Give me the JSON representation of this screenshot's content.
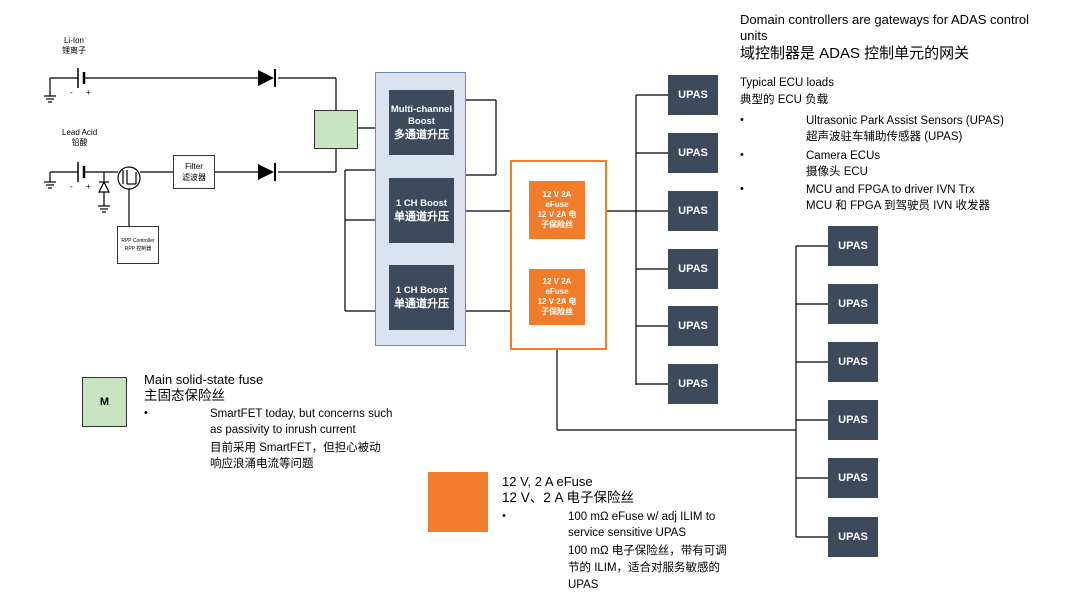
{
  "battery_liion": {
    "label_en": "Li-Ion",
    "label_cn": "锂离子"
  },
  "battery_lead": {
    "label_en": "Lead Acid",
    "label_cn": "铅酸"
  },
  "filter": {
    "label_en": "Filter",
    "label_cn": "滤波器"
  },
  "rpp_controller": {
    "label_en": "RPP Controller",
    "label_cn": "RPP 控制器"
  },
  "boost_multi": {
    "en_1": "Multi-channel",
    "en_2": "Boost",
    "cn": "多通道升压"
  },
  "boost_ch1": {
    "en": "1 CH Boost",
    "cn": "单通道升压"
  },
  "boost_ch2": {
    "en": "1 CH Boost",
    "cn": "单通道升压"
  },
  "efuse_1": {
    "line1": "12 V 2A",
    "line2": "eFuse",
    "line3": "12 V 2A 电",
    "line4": "子保险丝"
  },
  "efuse_2": {
    "line1": "12 V 2A",
    "line2": "eFuse",
    "line3": "12 V 2A 电",
    "line4": "子保险丝"
  },
  "upas_label": "UPAS",
  "upas_left": [
    "UPAS",
    "UPAS",
    "UPAS",
    "UPAS",
    "UPAS",
    "UPAS"
  ],
  "upas_right": [
    "UPAS",
    "UPAS",
    "UPAS",
    "UPAS",
    "UPAS",
    "UPAS"
  ],
  "header": {
    "title_en_1": "Domain controllers are gateways for ADAS control",
    "title_en_2": "units",
    "title_cn": "域控制器是 ADAS 控制单元的网关",
    "loads_en": "Typical ECU loads",
    "loads_cn": "典型的 ECU 负载",
    "bullets": [
      {
        "en": "Ultrasonic Park Assist Sensors (UPAS)",
        "cn": "超声波驻车辅助传感器 (UPAS)"
      },
      {
        "en": "Camera ECUs",
        "cn": "摄像头 ECU"
      },
      {
        "en": "MCU and FPGA to driver IVN Trx",
        "cn": "MCU 和 FPGA 到驾驶员 IVN 收发器"
      }
    ]
  },
  "legend_m": {
    "symbol": "M",
    "title_en": "Main solid-state fuse",
    "title_cn": "主固态保险丝",
    "bullet_en_1": "SmartFET today, but concerns such",
    "bullet_en_2": "as passivity to inrush current",
    "bullet_cn_1": "目前采用 SmartFET，但担心被动",
    "bullet_cn_2": "响应浪涌电流等问题"
  },
  "legend_efuse": {
    "title_en": "12 V, 2 A eFuse",
    "title_cn": "12 V、2 A 电子保险丝",
    "bullet_en_1": "100 mΩ eFuse w/ adj ILIM to",
    "bullet_en_2": "service sensitive UPAS",
    "bullet_cn_1": "100 mΩ 电子保险丝，带有可调",
    "bullet_cn_2": "节的 ILIM，适合对服务敏感的",
    "bullet_cn_3": "UPAS"
  },
  "bullet_char": "•",
  "colors": {
    "dark_box": "#3d4a5c",
    "efuse_orange": "#f07c2c",
    "fuse_green": "#c7e3bf",
    "boost_panel": "#dbe2ef"
  }
}
